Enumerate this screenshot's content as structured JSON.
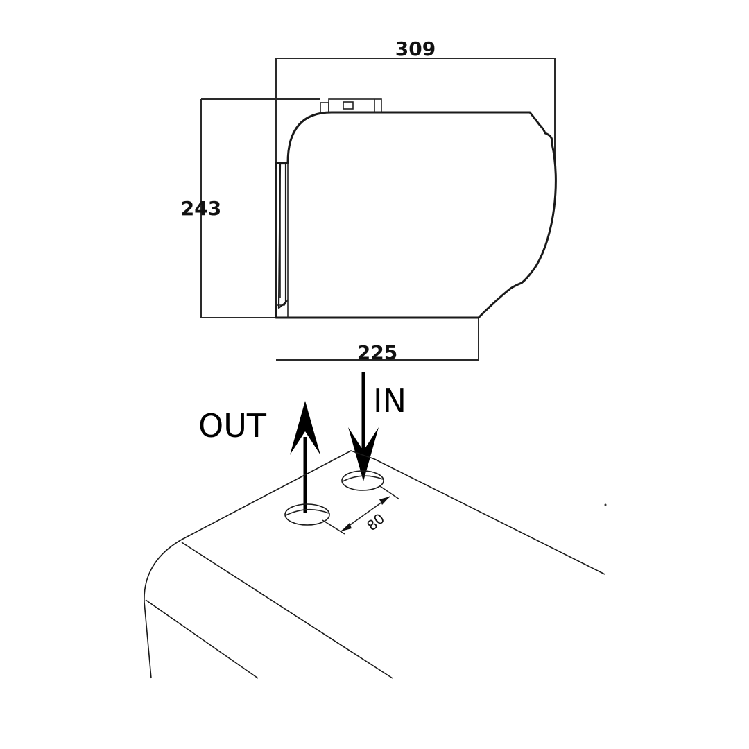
{
  "side_view": {
    "dim_top": "309",
    "dim_left": "243",
    "dim_bottom": "225"
  },
  "iso_view": {
    "label_in": "IN",
    "label_out": "OUT",
    "dim_spacing": "80"
  }
}
